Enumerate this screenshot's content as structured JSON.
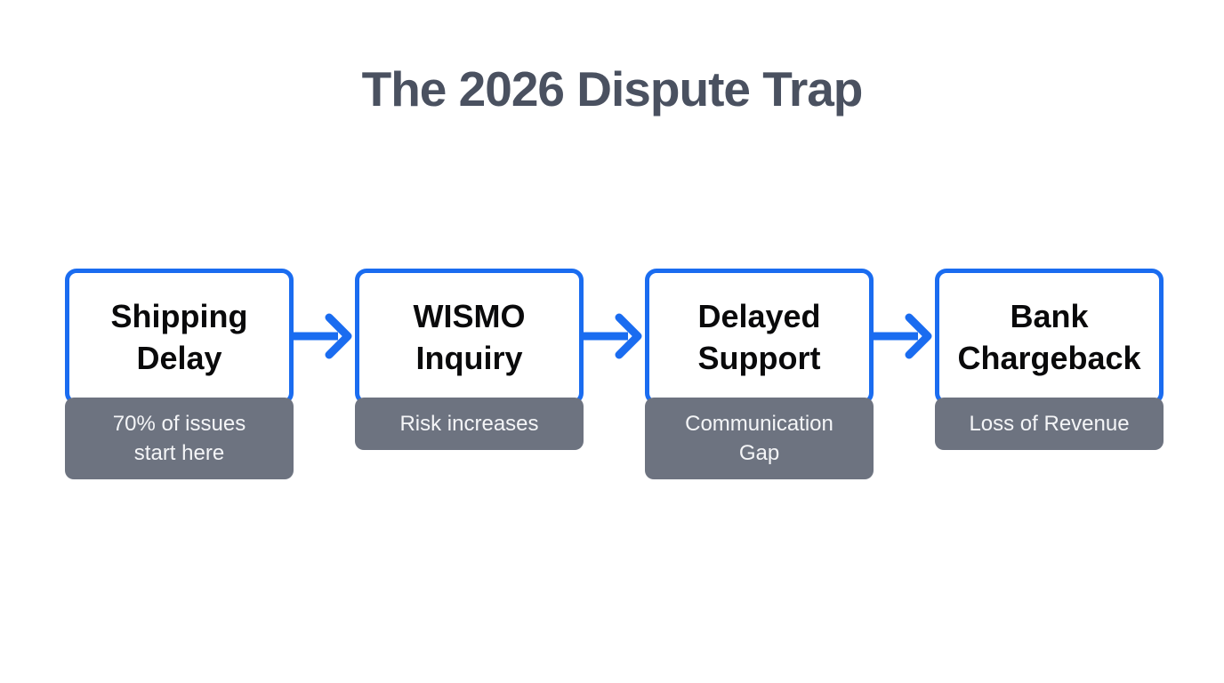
{
  "page": {
    "title": "The 2026 Dispute Trap"
  },
  "colors": {
    "accent_blue": "#1a6cf0",
    "caption_gray": "#6d7380",
    "title_text": "#4a5160",
    "step_text": "#0a0a0b",
    "caption_text": "#f4f5f7",
    "background": "#ffffff"
  },
  "icons": {
    "connector": "arrow-right-icon"
  },
  "steps": [
    {
      "title": "Shipping\nDelay",
      "label": "70% of issues\nstart here"
    },
    {
      "title": "WISMO\nInquiry",
      "label": "Risk increases"
    },
    {
      "title": "Delayed\nSupport",
      "label": "Communication\nGap"
    },
    {
      "title": "Bank\nChargeback",
      "label": "Loss of Revenue"
    }
  ]
}
